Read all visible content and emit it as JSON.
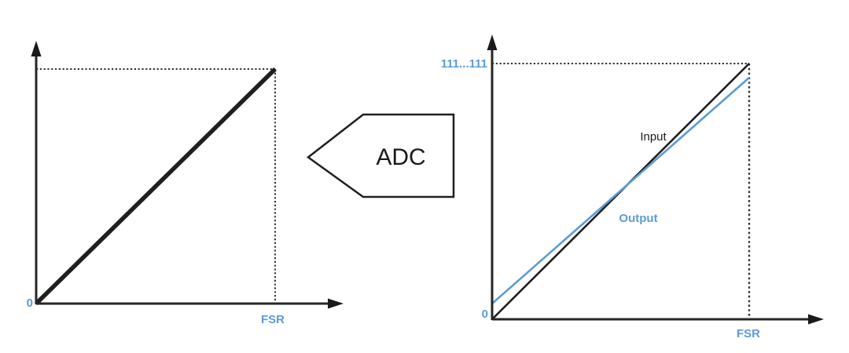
{
  "colors": {
    "accent_blue": "#5B9BD5",
    "line_black": "#1f1f1f"
  },
  "left_graph": {
    "origin_label": "0",
    "x_axis_label": "FSR"
  },
  "adc_block": {
    "label": "ADC"
  },
  "right_graph": {
    "y_max_label": "111...111",
    "origin_label": "0",
    "x_axis_label": "FSR",
    "input_label": "Input",
    "output_label": "Output"
  }
}
